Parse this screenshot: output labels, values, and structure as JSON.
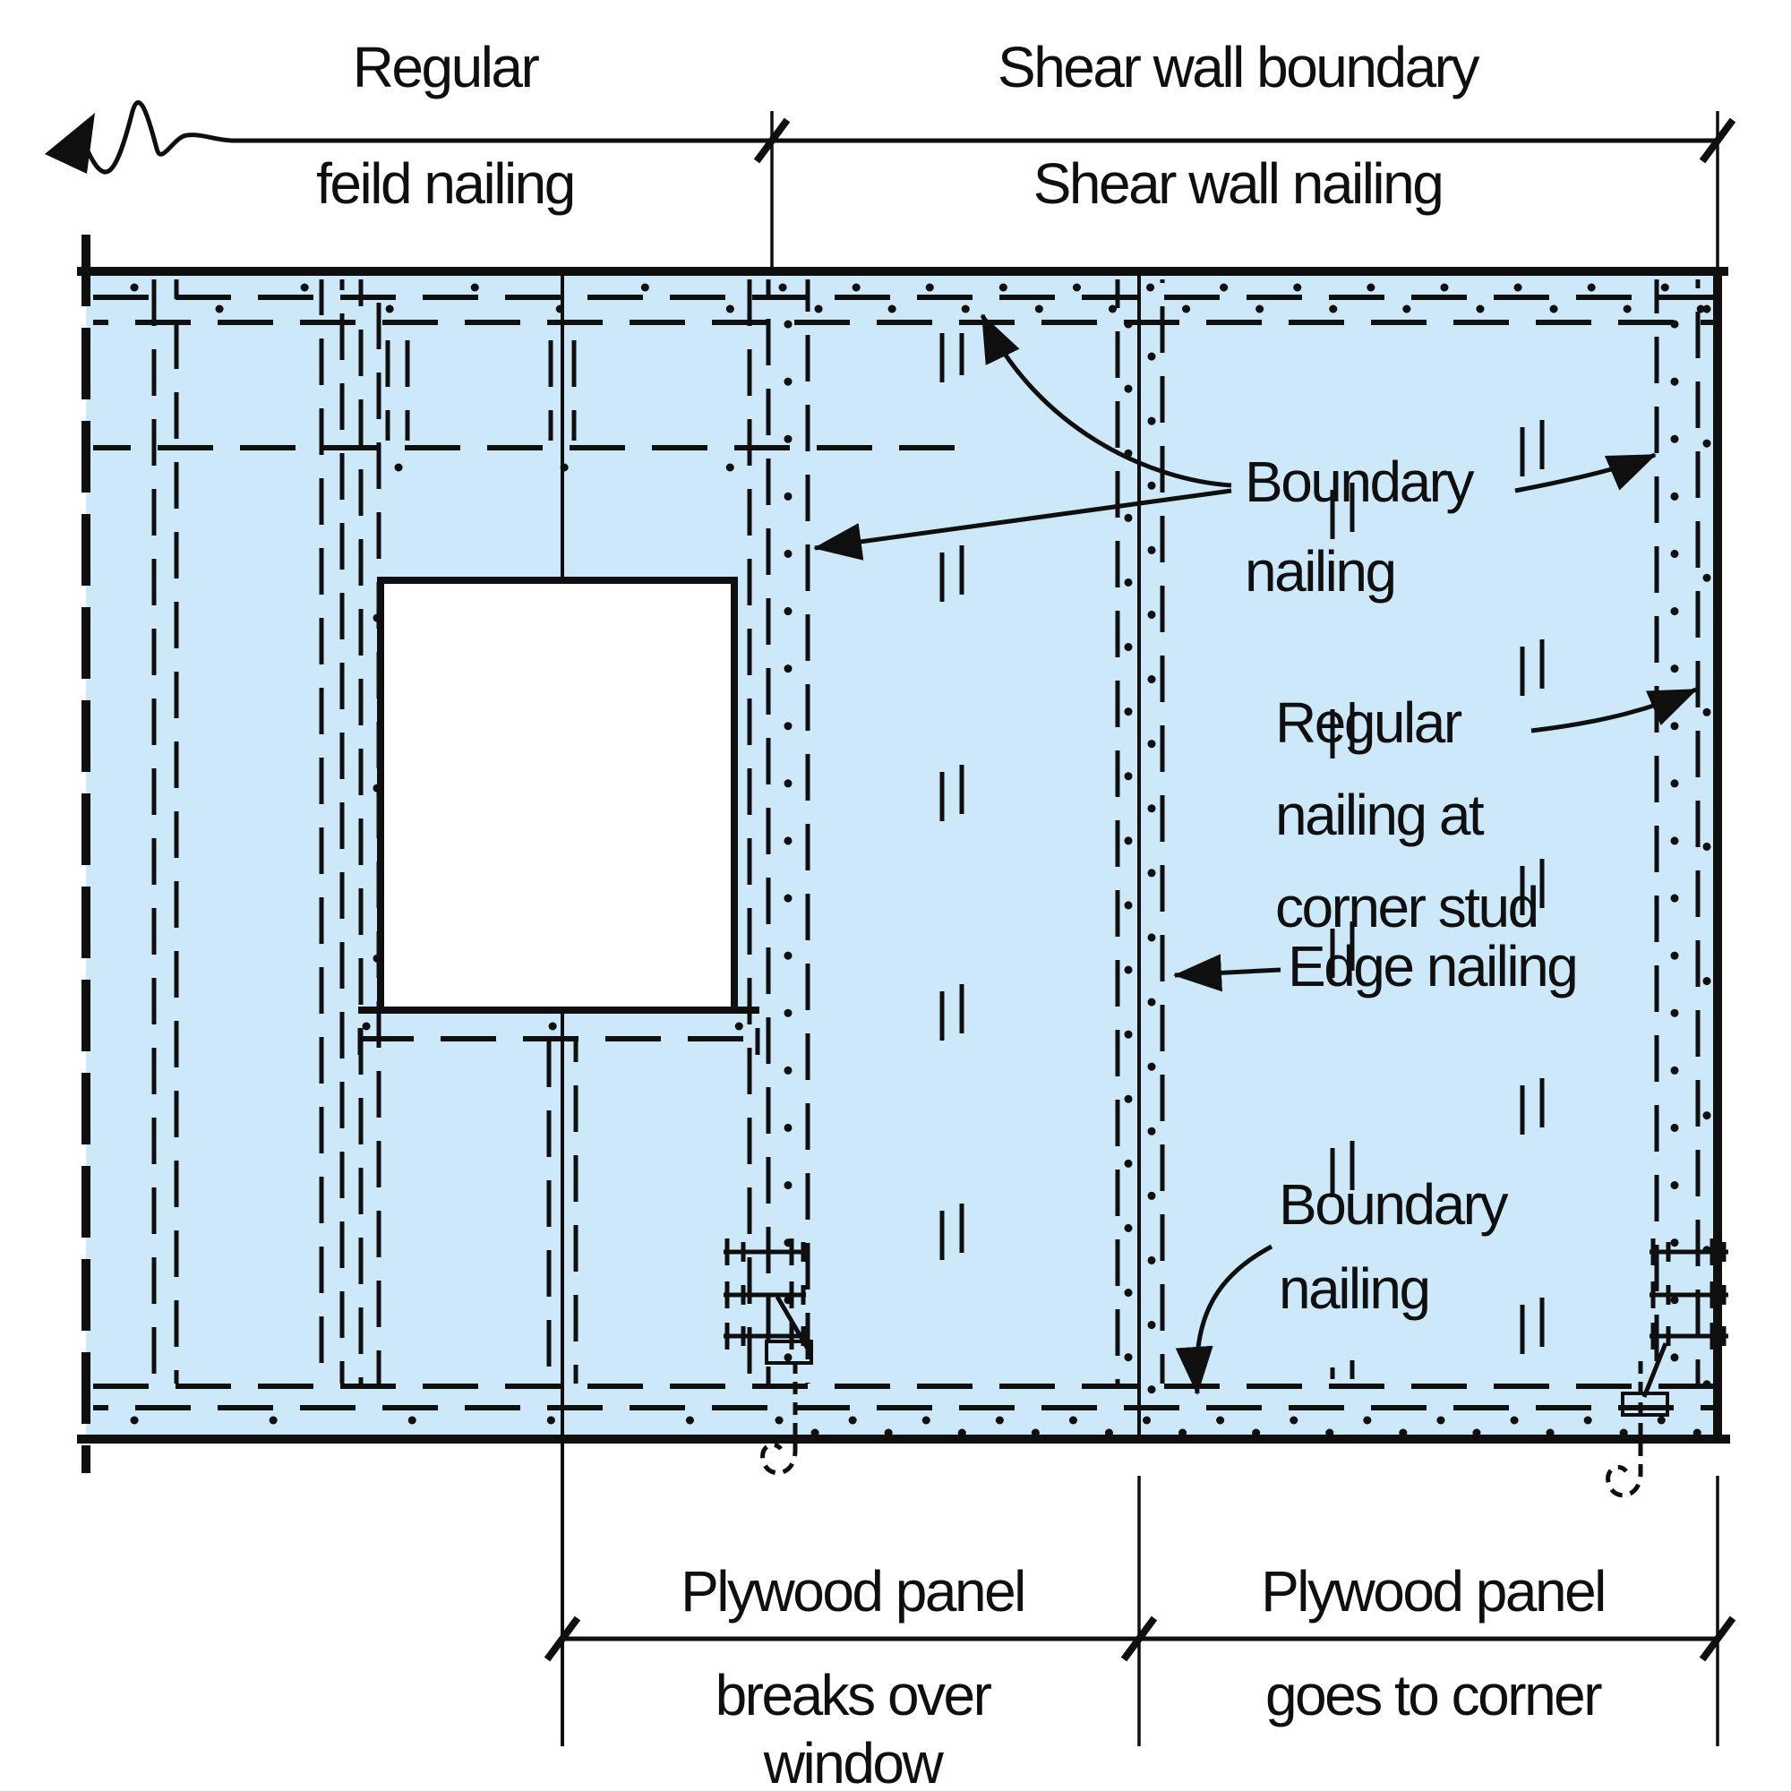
{
  "diagram": {
    "title_implicit": "Shear wall nailing diagram",
    "colors": {
      "wall_fill": "#cde8f9",
      "window_fill": "#ffffff",
      "ink": "#0f0f0f"
    },
    "dimensions": {
      "top_left": {
        "line1": "Regular",
        "line2": "feild nailing"
      },
      "top_right": {
        "line1": "Shear wall boundary",
        "line2": "Shear wall nailing"
      },
      "bottom_left": {
        "line1": "Plywood panel",
        "line2": "breaks over",
        "line3": "window"
      },
      "bottom_right": {
        "line1": "Plywood panel",
        "line2": "goes to corner"
      }
    },
    "callouts": {
      "boundary_nailing_upper": "Boundary\nnailing",
      "regular_nailing_corner": "Regular\nnailing at\ncorner stud",
      "edge_nailing": "Edge nailing",
      "boundary_nailing_lower": "Boundary\nnailing"
    }
  }
}
